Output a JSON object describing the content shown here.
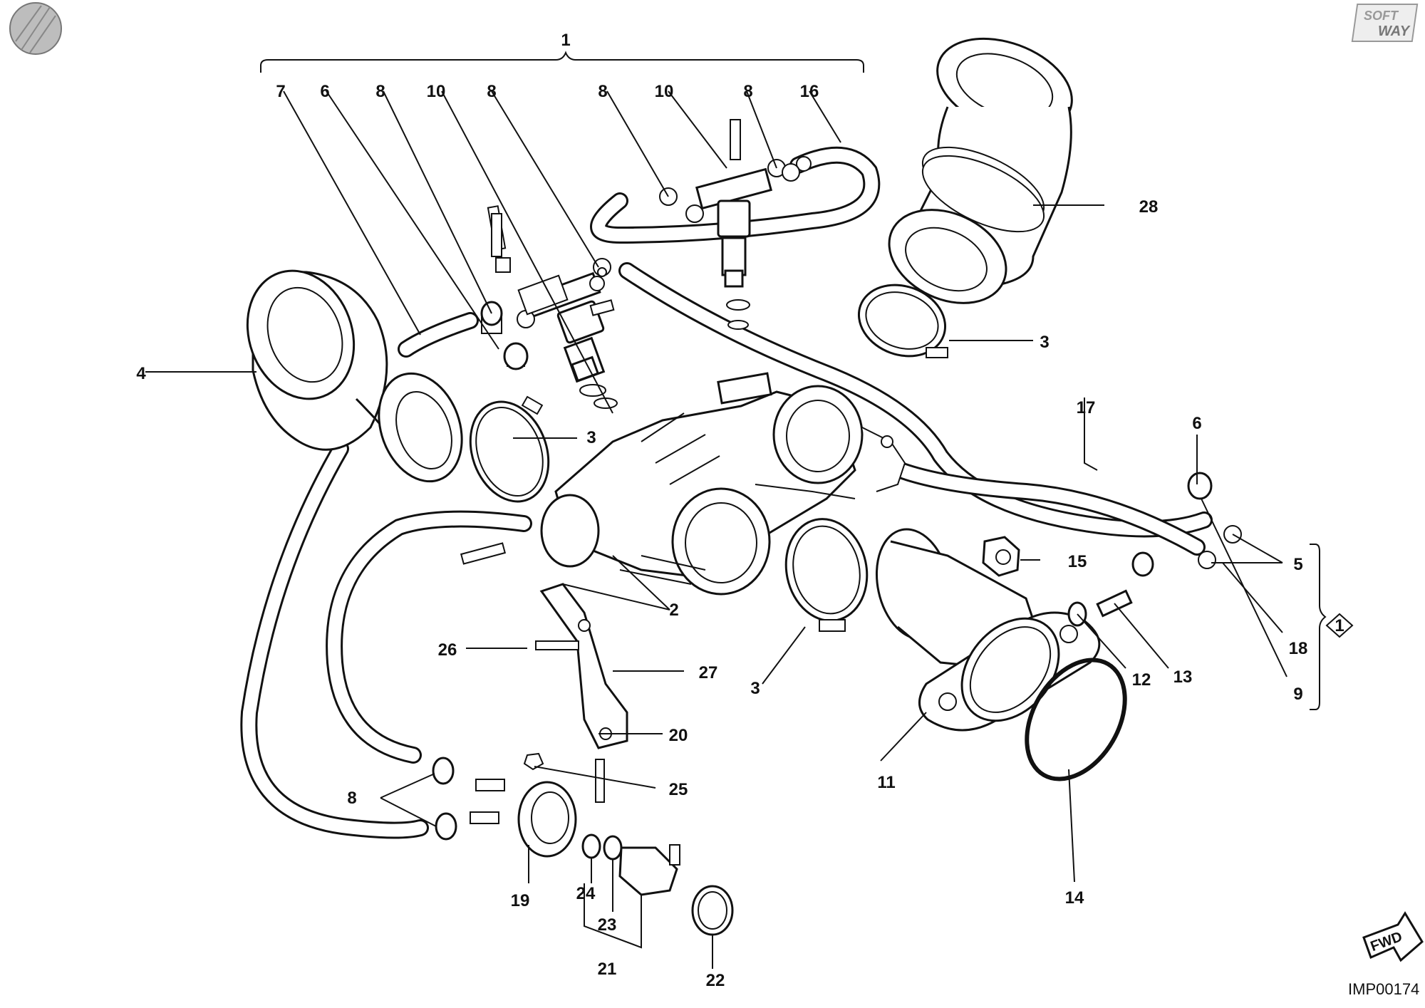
{
  "diagram": {
    "drawing_code": "IMP00174",
    "brand_logo_text": [
      "SOFT",
      "WAY"
    ],
    "fwd_label": "FWD",
    "group_badge": "1",
    "labels": {
      "l1": "1",
      "l7": "7",
      "l6a": "6",
      "l8a": "8",
      "l10a": "10",
      "l8b": "8",
      "l8c": "8",
      "l10b": "10",
      "l8d": "8",
      "l16": "16",
      "l28": "28",
      "l3a": "3",
      "l4": "4",
      "l3b": "3",
      "l17": "17",
      "l6b": "6",
      "l5": "5",
      "l15": "15",
      "l2": "2",
      "l26": "26",
      "l27": "27",
      "l3c": "3",
      "l12": "12",
      "l13": "13",
      "l18": "18",
      "l9": "9",
      "l20": "20",
      "l25": "25",
      "l11": "11",
      "l8e": "8",
      "l19": "19",
      "l24": "24",
      "l23": "23",
      "l21": "21",
      "l22": "22",
      "l14": "14"
    }
  }
}
